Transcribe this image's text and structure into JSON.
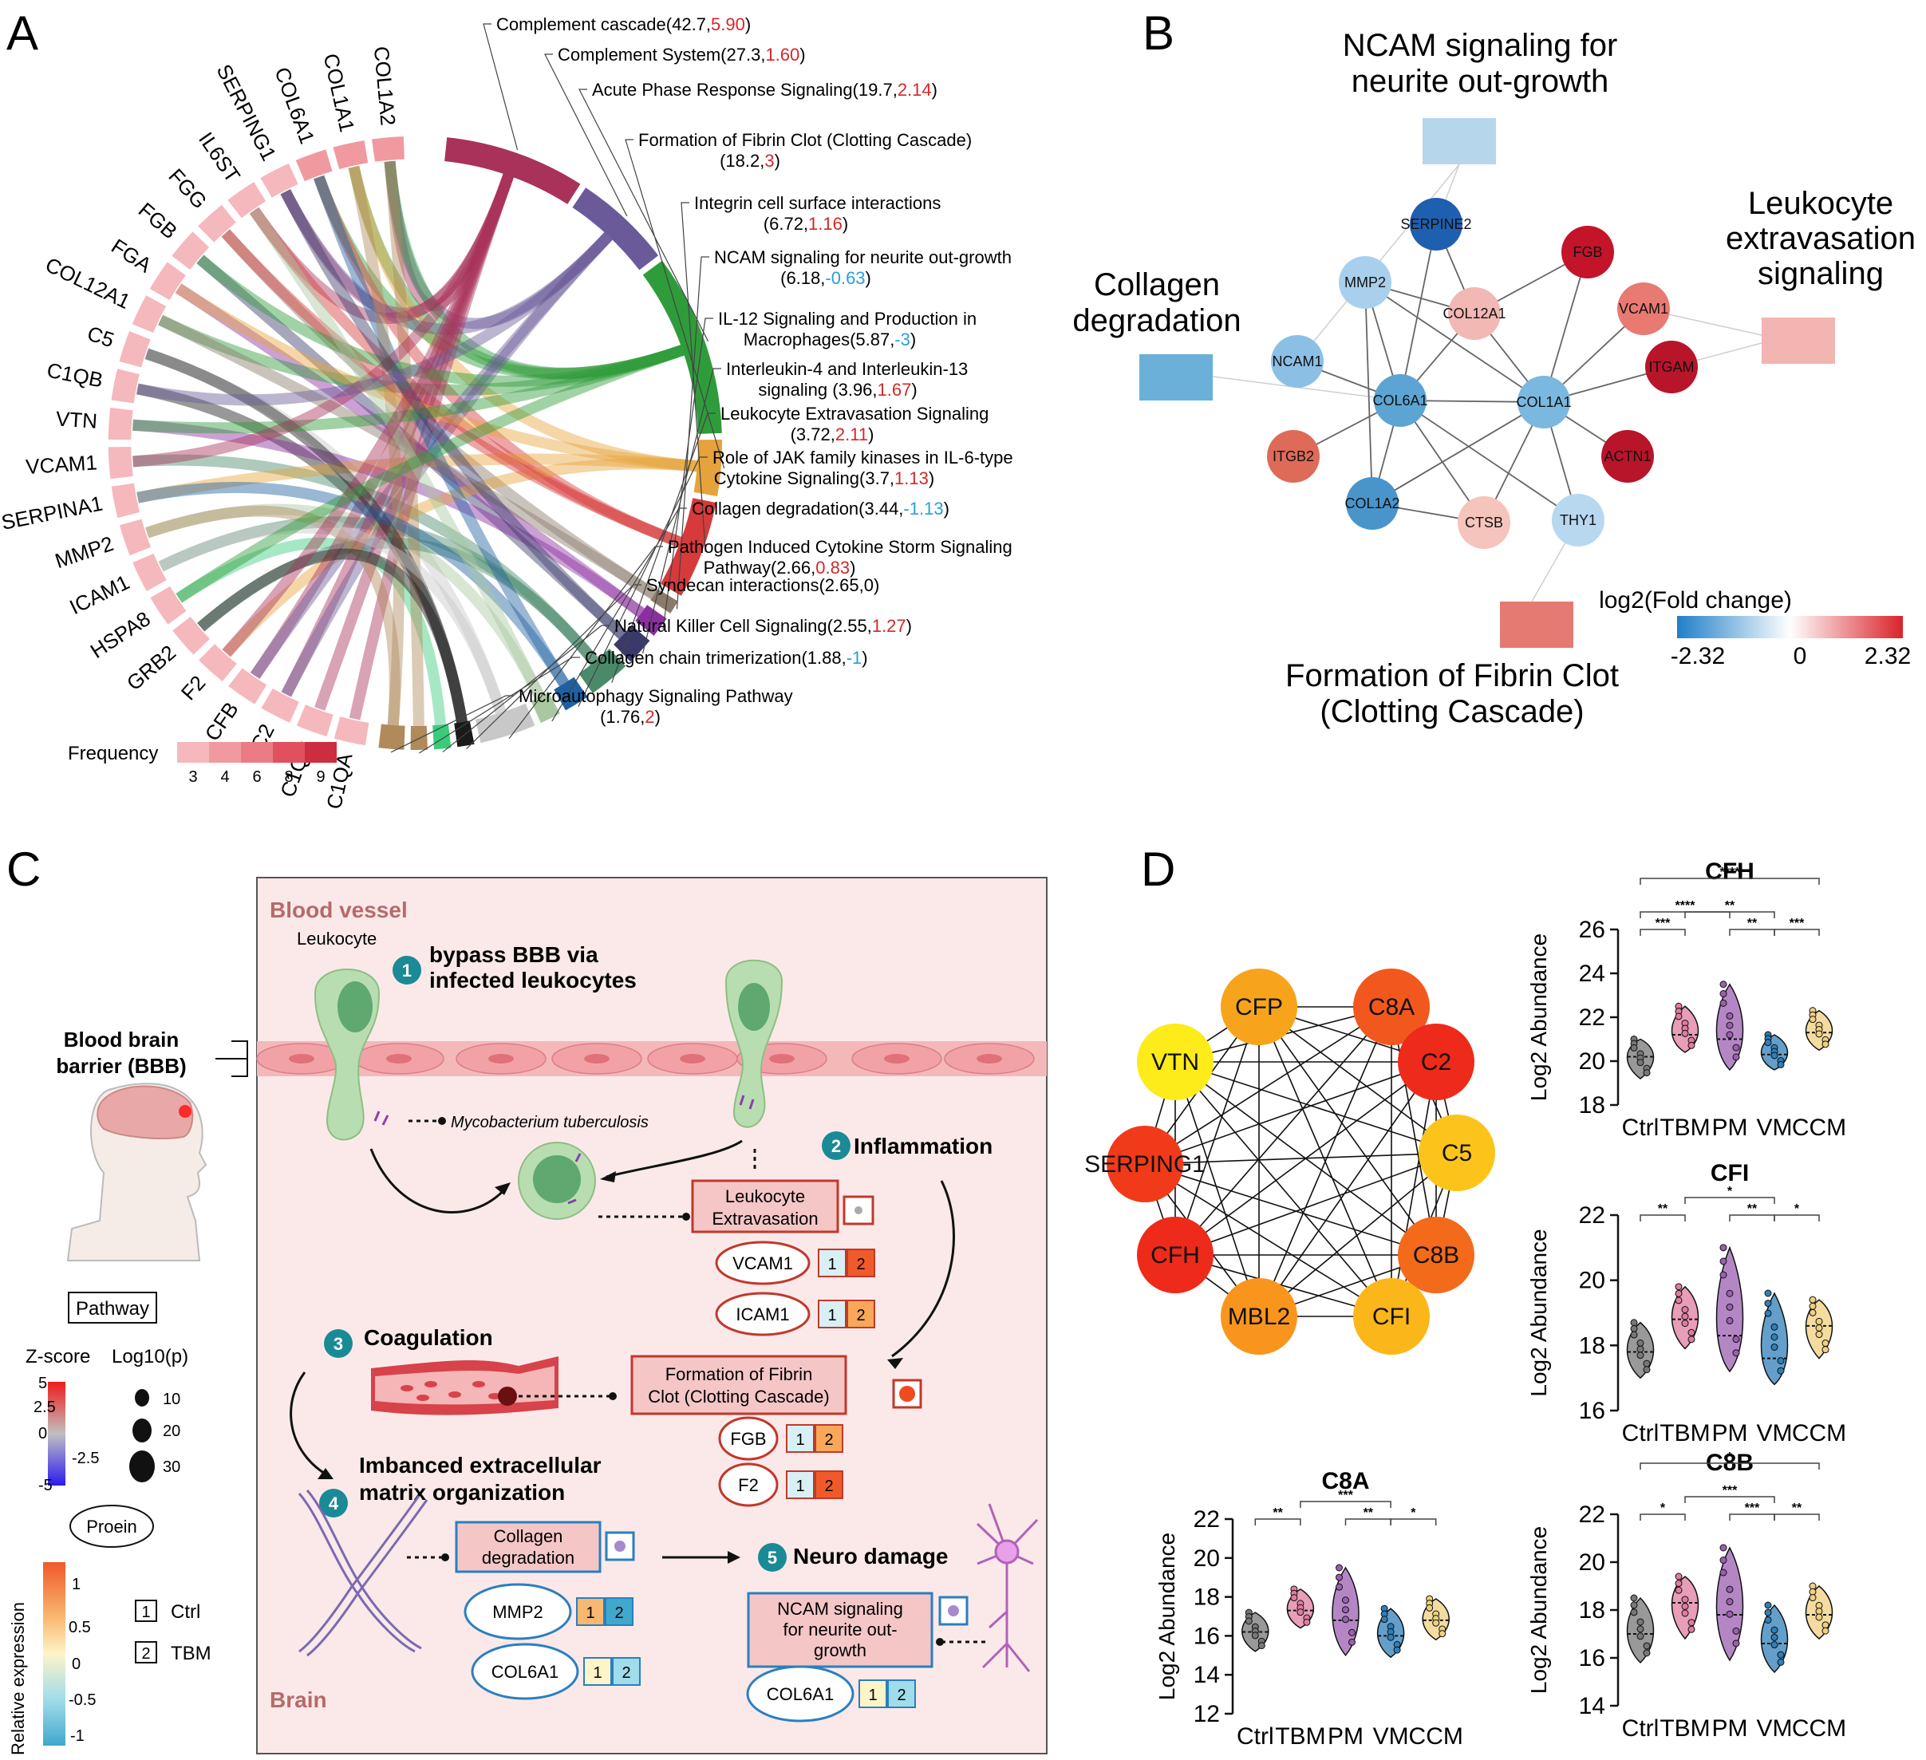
{
  "panel_letters": {
    "a": "A",
    "b": "B",
    "c": "C",
    "d": "D"
  },
  "panelA": {
    "genes": [
      "COL1A2",
      "COL1A1",
      "COL6A1",
      "SERPING1",
      "IL6ST",
      "FGG",
      "FGB",
      "FGA",
      "COL12A1",
      "C5",
      "C1QB",
      "VTN",
      "VCAM1",
      "SERPINA1",
      "MMP2",
      "ICAM1",
      "HSPA8",
      "GRB2",
      "F2",
      "CFB",
      "C2",
      "C1QC",
      "C1QA"
    ],
    "pathways": [
      {
        "l1": "Complement cascade(42.7,",
        "v": "5.90",
        "vc": "#d62728",
        "l2": ")",
        "s": "",
        "color": "#a8325a"
      },
      {
        "l1": "Complement System(27.3,",
        "v": "1.60",
        "vc": "#d62728",
        "l2": ")",
        "s": "",
        "color": "#6a5a9a"
      },
      {
        "l1": "Acute Phase Response Signaling(19.7,",
        "v": "2.14",
        "vc": "#d62728",
        "l2": ")",
        "s": "",
        "color": "#2e9c3a"
      },
      {
        "l1": "Formation of Fibrin Clot (Clotting Cascade)",
        "v": "3",
        "vc": "#d62728",
        "l2": ")",
        "s": "(18.2,",
        "color": "#e6a33c"
      },
      {
        "l1": "Integrin cell surface interactions",
        "v": "1.16",
        "vc": "#d62728",
        "l2": ")",
        "s": "(6.72,",
        "color": "#d63a3a"
      },
      {
        "l1": "NCAM signaling for neurite out-growth",
        "v": "-0.63",
        "vc": "#2a9fd6",
        "l2": ")",
        "s": "(6.18,",
        "color": "#8a7a6a"
      },
      {
        "l1": "IL-12 Signaling and Production in",
        "v": "-3",
        "vc": "#2a9fd6",
        "l2": ")",
        "s": "Macrophages(5.87,",
        "color": "#8b2fa0"
      },
      {
        "l1": "Interleukin-4 and Interleukin-13",
        "v": "1.67",
        "vc": "#d62728",
        "l2": ")",
        "s": "signaling (3.96,",
        "color": "#3a3a6a"
      },
      {
        "l1": "Leukocyte Extravasation Signaling",
        "v": "2.11",
        "vc": "#d62728",
        "l2": ")",
        "s": "(3.72,",
        "color": "#4a8a6a"
      },
      {
        "l1": "Role of JAK family kinases in IL-6-type",
        "v": "1.13",
        "vc": "#d62728",
        "l2": ")",
        "s": "Cytokine Signaling(3.7,",
        "color": "#2060a0"
      },
      {
        "l1": "Collagen degradation(3.44,",
        "v": "-1.13",
        "vc": "#2a9fd6",
        "l2": ")",
        "s": "",
        "color": "#a8c8a0"
      },
      {
        "l1": "Pathogen Induced Cytokine Storm Signaling",
        "v": "0.83",
        "vc": "#d62728",
        "l2": ")",
        "s": "Pathway(2.66,",
        "color": "#c8c8c8"
      },
      {
        "l1": "Syndecan interactions(2.65,0)",
        "v": "",
        "vc": "#111",
        "l2": "",
        "s": "",
        "color": "#1a1a1a"
      },
      {
        "l1": "Natural Killer Cell Signaling(2.55,",
        "v": "1.27",
        "vc": "#d62728",
        "l2": ")",
        "s": "",
        "color": "#3acc7a"
      },
      {
        "l1": "Collagen chain trimerization(1.88,",
        "v": "-1",
        "vc": "#2a9fd6",
        "l2": ")",
        "s": "",
        "color": "#b08a5a"
      },
      {
        "l1": "Microautophagy Signaling Pathway",
        "v": "2",
        "vc": "#d62728",
        "l2": ")",
        "s": "(1.76,",
        "color": "#b08a5a"
      }
    ],
    "freq_label": "Frequency",
    "freq_ticks": [
      "3",
      "4",
      "6",
      "8",
      "9"
    ],
    "freq_colors": [
      "#f5b8bc",
      "#f09aa0",
      "#eb7c86",
      "#e0505e",
      "#cc2d3f"
    ]
  },
  "panelB": {
    "pathways": {
      "ncam": [
        "NCAM signaling for",
        "neurite out-growth"
      ],
      "leuk": [
        "Leukocyte",
        "extravasation",
        "signaling"
      ],
      "coll": [
        "Collagen",
        "degradation"
      ],
      "fibrin": [
        "Formation of Fibrin Clot",
        "(Clotting Cascade)"
      ]
    },
    "nodes": [
      "SERPINE2",
      "FGB",
      "MMP2",
      "COL12A1",
      "VCAM1",
      "NCAM1",
      "ITGAM",
      "COL6A1",
      "COL1A1",
      "ITGB2",
      "ACTN1",
      "COL1A2",
      "CTSB",
      "THY1"
    ],
    "legend_title": "log2(Fold change)",
    "legend_ticks": [
      "-2.32",
      "0",
      "2.32"
    ]
  },
  "panelC": {
    "blood_vessel": "Blood vessel",
    "brain": "Brain",
    "leukocyte": "Leukocyte",
    "bbb": [
      "Blood brain",
      "barrier (BBB)"
    ],
    "mtb": "Mycobacterium tuberculosis",
    "steps": {
      "s1": [
        "bypass BBB via",
        "infected leukocytes"
      ],
      "s2": "Inflammation",
      "s3": "Coagulation",
      "s4": [
        "Imbanced extracellular",
        "matrix organization"
      ],
      "s5": "Neuro damage"
    },
    "step_nums": [
      "1",
      "2",
      "3",
      "4",
      "5"
    ],
    "boxes": {
      "leuk": [
        "Leukocyte",
        "Extravasation"
      ],
      "fibrin": [
        "Formation of Fibrin",
        "Clot (Clotting Cascade)"
      ],
      "coll": [
        "Collagen",
        "degradation"
      ],
      "ncam": [
        "NCAM signaling",
        "for neurite out-",
        "growth"
      ]
    },
    "proteins": [
      "VCAM1",
      "ICAM1",
      "FGB",
      "F2",
      "MMP2",
      "COL6A1",
      "COL6A1"
    ],
    "legend": {
      "pathway": "Pathway",
      "zscore": "Z-score",
      "log10p": "Log10(p)",
      "z_ticks": [
        "5",
        "2.5",
        "0",
        "-2.5",
        "-5"
      ],
      "p_ticks": [
        "10",
        "20",
        "30"
      ],
      "protein": "Proein",
      "rel_expr": "Relative expression",
      "rel_ticks": [
        "1",
        "0.5",
        "0",
        "-0.5",
        "-1"
      ],
      "key1": "1",
      "key1_label": "Ctrl",
      "key2": "2",
      "key2_label": "TBM"
    }
  },
  "panelD": {
    "network_nodes": [
      "CFP",
      "C8A",
      "C2",
      "C5",
      "C8B",
      "CFI",
      "MBL2",
      "CFH",
      "SERPING1",
      "VTN"
    ],
    "node_colors": [
      "#f7a41c",
      "#f2571d",
      "#ee2a1a",
      "#fcc41a",
      "#f26a1a",
      "#fbb61a",
      "#f9951d",
      "#ee2a1a",
      "#f03a1a",
      "#fdeb1a"
    ],
    "ylabel": "Log2 Abundance",
    "groups": [
      "Ctrl",
      "TBM",
      "PM",
      "VM",
      "CCM"
    ],
    "group_colors": [
      "#777777",
      "#e07ca0",
      "#9b5fb0",
      "#2f7fb8",
      "#f0d080"
    ],
    "chart_data": [
      {
        "type": "violin",
        "title": "CFH",
        "categories": [
          "Ctrl",
          "TBM",
          "PM",
          "VM",
          "CCM"
        ],
        "medians": [
          20.2,
          21.2,
          21.0,
          20.3,
          21.3
        ],
        "ranges": [
          [
            19.2,
            21.0
          ],
          [
            20.4,
            22.5
          ],
          [
            19.6,
            23.5
          ],
          [
            19.6,
            21.2
          ],
          [
            20.5,
            22.3
          ]
        ],
        "ylabel": "Log2 Abundance",
        "ylim": [
          18,
          26
        ],
        "yticks": [
          "18",
          "20",
          "22",
          "24",
          "26"
        ],
        "brackets": [
          {
            "from": 0,
            "to": 4,
            "label": "****"
          },
          {
            "from": 1,
            "to": 3,
            "label": "**"
          },
          {
            "from": 0,
            "to": 2,
            "label": "****"
          },
          {
            "from": 0,
            "to": 1,
            "label": "***"
          },
          {
            "from": 2,
            "to": 3,
            "label": "**"
          },
          {
            "from": 3,
            "to": 4,
            "label": "***"
          }
        ]
      },
      {
        "type": "violin",
        "title": "CFI",
        "categories": [
          "Ctrl",
          "TBM",
          "PM",
          "VM",
          "CCM"
        ],
        "medians": [
          17.8,
          18.8,
          18.3,
          17.6,
          18.6
        ],
        "ranges": [
          [
            17.0,
            18.7
          ],
          [
            17.9,
            19.8
          ],
          [
            17.2,
            21.0
          ],
          [
            16.8,
            19.6
          ],
          [
            17.6,
            19.4
          ]
        ],
        "ylabel": "Log2 Abundance",
        "ylim": [
          16,
          22
        ],
        "yticks": [
          "16",
          "18",
          "20",
          "22"
        ],
        "brackets": [
          {
            "from": 1,
            "to": 3,
            "label": "*"
          },
          {
            "from": 0,
            "to": 1,
            "label": "**"
          },
          {
            "from": 2,
            "to": 3,
            "label": "**"
          },
          {
            "from": 3,
            "to": 4,
            "label": "*"
          }
        ]
      },
      {
        "type": "violin",
        "title": "C8A",
        "categories": [
          "Ctrl",
          "TBM",
          "PM",
          "VM",
          "CCM"
        ],
        "medians": [
          16.2,
          17.3,
          16.8,
          16.0,
          16.8
        ],
        "ranges": [
          [
            15.2,
            17.2
          ],
          [
            16.4,
            18.4
          ],
          [
            15.0,
            19.5
          ],
          [
            14.9,
            17.4
          ],
          [
            15.8,
            17.9
          ]
        ],
        "ylabel": "Log2 Abundance",
        "ylim": [
          12,
          22
        ],
        "yticks": [
          "12",
          "14",
          "16",
          "18",
          "20",
          "22"
        ],
        "brackets": [
          {
            "from": 1,
            "to": 3,
            "label": "***"
          },
          {
            "from": 0,
            "to": 1,
            "label": "**"
          },
          {
            "from": 2,
            "to": 3,
            "label": "**"
          },
          {
            "from": 3,
            "to": 4,
            "label": "*"
          }
        ]
      },
      {
        "type": "violin",
        "title": "C8B",
        "categories": [
          "Ctrl",
          "TBM",
          "PM",
          "VM",
          "CCM"
        ],
        "medians": [
          17.0,
          18.3,
          17.8,
          16.6,
          17.8
        ],
        "ranges": [
          [
            15.8,
            18.5
          ],
          [
            16.8,
            19.4
          ],
          [
            15.9,
            20.6
          ],
          [
            15.4,
            18.2
          ],
          [
            16.8,
            19.0
          ]
        ],
        "ylabel": "Log2 Abundance",
        "ylim": [
          14,
          22
        ],
        "yticks": [
          "14",
          "16",
          "18",
          "20",
          "22"
        ],
        "brackets": [
          {
            "from": 0,
            "to": 4,
            "label": "*"
          },
          {
            "from": 1,
            "to": 3,
            "label": "***"
          },
          {
            "from": 0,
            "to": 1,
            "label": "*"
          },
          {
            "from": 2,
            "to": 3,
            "label": "***"
          },
          {
            "from": 3,
            "to": 4,
            "label": "**"
          }
        ]
      }
    ]
  }
}
